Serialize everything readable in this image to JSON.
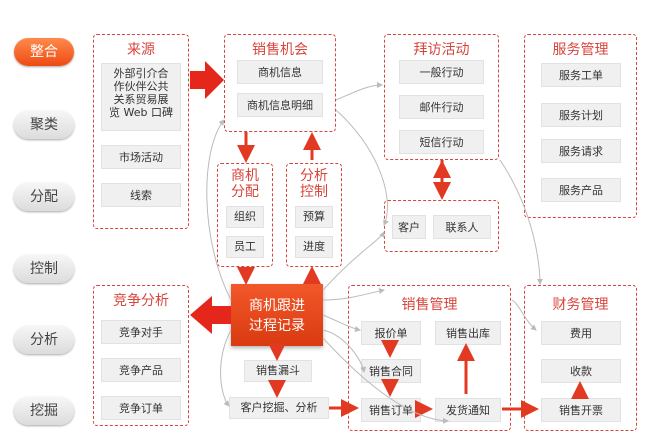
{
  "sidebar": {
    "items": [
      {
        "label": "整合",
        "active": true
      },
      {
        "label": "聚类",
        "active": false
      },
      {
        "label": "分配",
        "active": false
      },
      {
        "label": "控制",
        "active": false
      },
      {
        "label": "分析",
        "active": false
      },
      {
        "label": "挖掘",
        "active": false
      }
    ]
  },
  "source": {
    "title": "来源",
    "items": [
      "外部引介合\n作伙伴公共\n关系贸易展\n览 Web 口碑",
      "市场活动",
      "线索"
    ]
  },
  "opportunity": {
    "title": "销售机会",
    "items": [
      "商机信息",
      "商机信息明细"
    ]
  },
  "visit": {
    "title": "拜访活动",
    "items": [
      "一般行动",
      "邮件行动",
      "短信行动"
    ]
  },
  "service": {
    "title": "服务管理",
    "items": [
      "服务工单",
      "服务计划",
      "服务请求",
      "服务产品"
    ]
  },
  "allocation": {
    "title": "商机\n分配",
    "items": [
      "组织",
      "员工"
    ]
  },
  "analysis_ctrl": {
    "title": "分析\n控制",
    "items": [
      "预算",
      "进度"
    ]
  },
  "contacts": {
    "items": [
      "客户",
      "联系人"
    ]
  },
  "competition": {
    "title": "竞争分析",
    "items": [
      "竞争对手",
      "竞争产品",
      "竞争订单"
    ]
  },
  "core": {
    "label": "商机跟进\n过程记录"
  },
  "funnel": {
    "label": "销售漏斗"
  },
  "mining": {
    "label": "客户挖掘、分析"
  },
  "sales": {
    "title": "销售管理",
    "items": [
      "报价单",
      "销售合同",
      "销售订单",
      "销售出库",
      "发货通知"
    ]
  },
  "finance": {
    "title": "财务管理",
    "items": [
      "费用",
      "收款",
      "销售开票"
    ]
  },
  "colors": {
    "accent": "#d8453c",
    "core": "#e5461a",
    "active": "#f26a2a"
  }
}
